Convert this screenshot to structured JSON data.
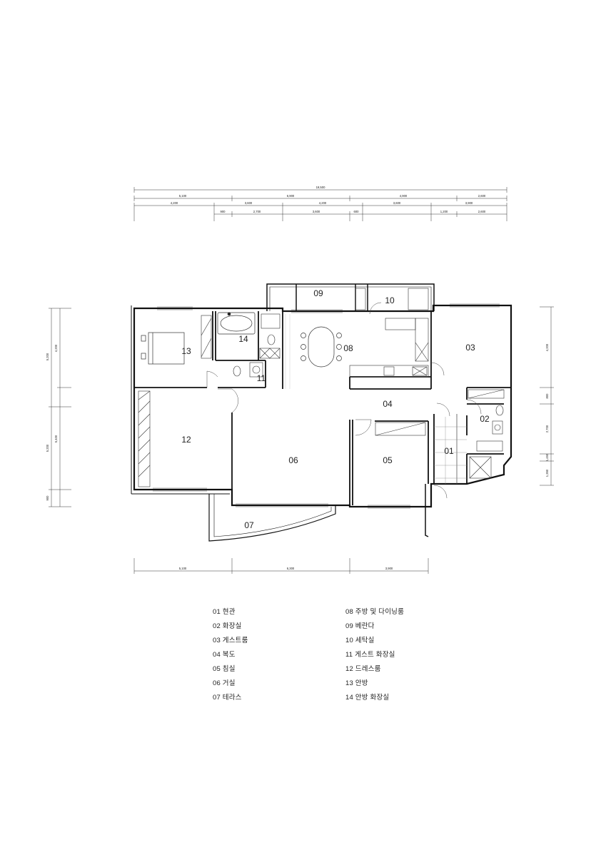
{
  "room_labels": [
    "01",
    "02",
    "03",
    "04",
    "05",
    "06",
    "07",
    "08",
    "09",
    "10",
    "11",
    "12",
    "13",
    "14"
  ],
  "dimensions": {
    "top_total": "19,500",
    "top_row1": [
      "5,100",
      "6,900",
      "4,900",
      "2,600"
    ],
    "top_row2": [
      "4,200",
      "3,600",
      "4,200",
      "3,600",
      "3,900"
    ],
    "top_row3": [
      "900",
      "2,700",
      "3,600",
      "600",
      "1,200",
      "2,600"
    ],
    "bottom_row": [
      "5,100",
      "6,300",
      "3,900"
    ],
    "left_outer": [
      "5,200",
      "5,200",
      "900"
    ],
    "left_inner": [
      "4,200",
      "5,400"
    ],
    "right_side": [
      "4,200",
      "800",
      "2,700",
      "1,450",
      "1,350"
    ]
  },
  "legend_left": [
    "01 현관",
    "02 화장실",
    "03 게스트룸",
    "04 복도",
    "05 침실",
    "06 거실",
    "07 테라스"
  ],
  "legend_right": [
    "08 주방 및 다이닝룸",
    "09 베란다",
    "10 세탁실",
    "11 게스트 화장실",
    "12 드레스룸",
    "13 안방",
    "14 안방 화장실"
  ]
}
